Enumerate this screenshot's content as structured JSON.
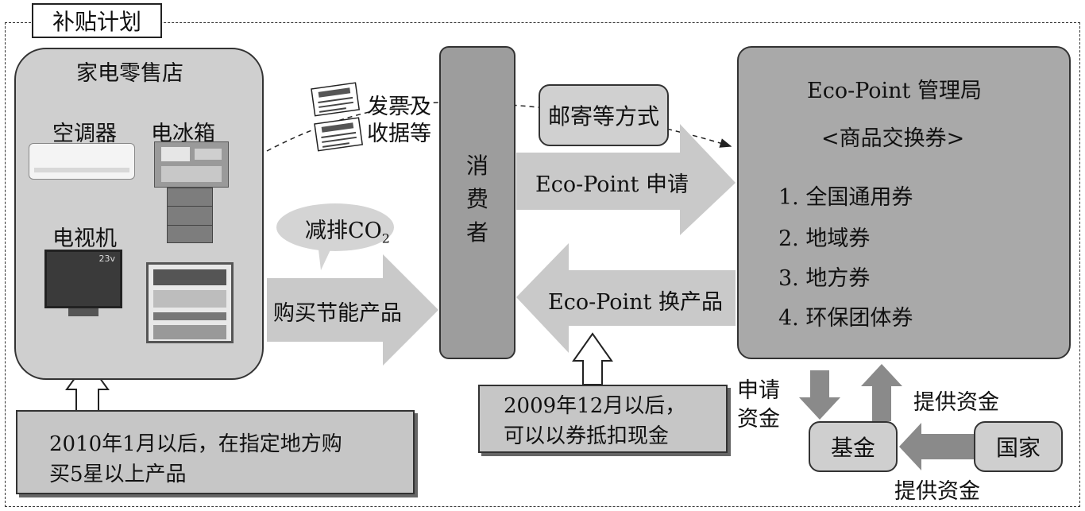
{
  "plan_title": "补贴计划",
  "store": {
    "title": "家电零售店",
    "aircon": "空调器",
    "fridge": "电冰箱",
    "tv": "电视机",
    "tv_screen": "23v"
  },
  "receipts": {
    "line1": "发票及",
    "line2": "收据等"
  },
  "co2_bubble": "减排CO",
  "co2_sub": "2",
  "buy_label": "购买节能产品",
  "consumer": "消费者",
  "mail_label": "邮寄等方式",
  "apply_label": "Eco-Point 申请",
  "exchange_label": "Eco-Point 换产品",
  "eco": {
    "title": "Eco-Point 管理局",
    "subtitle": "<商品交换券>",
    "items": [
      "1. 全国通用券",
      "2. 地域券",
      "3. 地方券",
      "4. 环保团体券"
    ]
  },
  "store_note": {
    "line1": "2010年1月以后，在指定地方购",
    "line2": "买5星以上产品"
  },
  "consumer_note": {
    "line1": "2009年12月以后，",
    "line2": "可以以券抵扣现金"
  },
  "apply_funds": {
    "line1": "申请",
    "line2": "资金"
  },
  "provide_funds_top": "提供资金",
  "provide_funds_bottom": "提供资金",
  "fund": "基金",
  "nation": "国家",
  "colors": {
    "arrow_fill": "#c9c9c9",
    "eco_fill": "#a9a9a9",
    "consumer_fill": "#9d9d9d",
    "store_fill": "#cfcfcf"
  }
}
